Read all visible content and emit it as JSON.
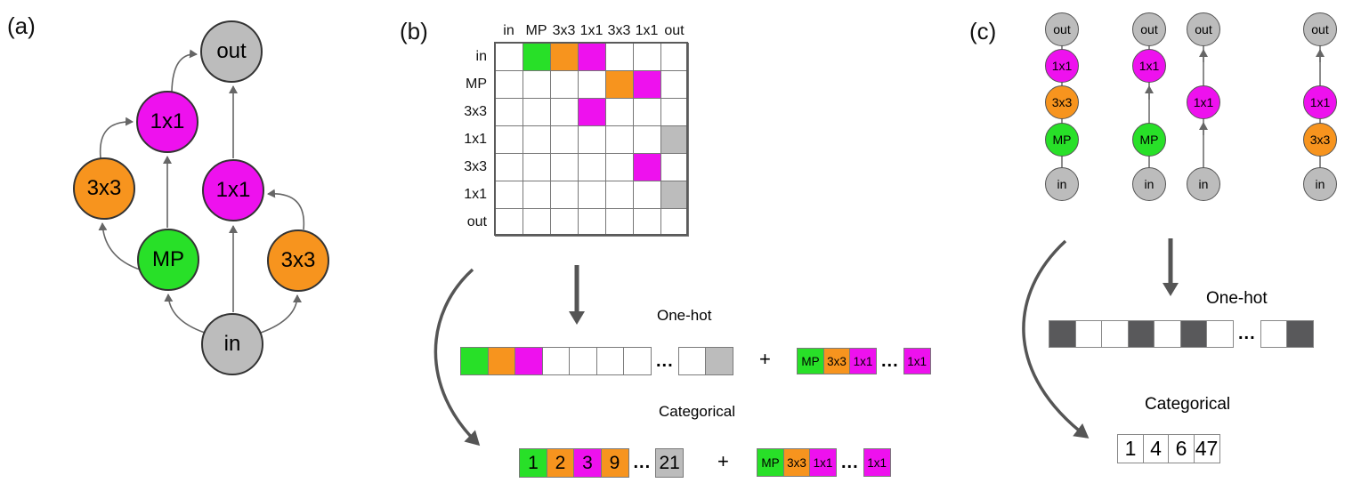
{
  "shared": {
    "plus": "+",
    "ellipsis": "...",
    "one_hot_label": "One-hot",
    "categorical_label": "Categorical"
  },
  "colors": {
    "green": "#28e028",
    "orange": "#f7941e",
    "magenta": "#ee11ee",
    "gray": "#bcbcbc",
    "dark": "#59595b",
    "white": "#ffffff"
  },
  "panel_a": {
    "label": "(a)",
    "nodes": [
      {
        "id": "out",
        "label": "out",
        "color": "gray"
      },
      {
        "id": "conv1x1-left",
        "label": "1x1",
        "color": "magenta"
      },
      {
        "id": "conv3x3-left",
        "label": "3x3",
        "color": "orange"
      },
      {
        "id": "maxpool",
        "label": "MP",
        "color": "green"
      },
      {
        "id": "conv1x1-right",
        "label": "1x1",
        "color": "magenta"
      },
      {
        "id": "conv3x3-right",
        "label": "3x3",
        "color": "orange"
      },
      {
        "id": "in",
        "label": "in",
        "color": "gray"
      }
    ],
    "edges": [
      {
        "from": "in",
        "to": "maxpool"
      },
      {
        "from": "in",
        "to": "conv1x1-right"
      },
      {
        "from": "in",
        "to": "conv3x3-right"
      },
      {
        "from": "maxpool",
        "to": "conv3x3-left"
      },
      {
        "from": "maxpool",
        "to": "conv1x1-left"
      },
      {
        "from": "conv3x3-left",
        "to": "conv1x1-left"
      },
      {
        "from": "conv3x3-right",
        "to": "conv1x1-right"
      },
      {
        "from": "conv1x1-left",
        "to": "out"
      },
      {
        "from": "conv1x1-right",
        "to": "out"
      }
    ]
  },
  "panel_b": {
    "label": "(b)",
    "matrix": {
      "col_headers": [
        "in",
        "MP",
        "3x3",
        "1x1",
        "3x3",
        "1x1",
        "out"
      ],
      "row_headers": [
        "in",
        "MP",
        "3x3",
        "1x1",
        "3x3",
        "1x1",
        "out"
      ],
      "cells": [
        [
          "",
          "green",
          "orange",
          "magenta",
          "",
          "",
          ""
        ],
        [
          "",
          "",
          "",
          "",
          "orange",
          "magenta",
          ""
        ],
        [
          "",
          "",
          "",
          "magenta",
          "",
          "",
          ""
        ],
        [
          "",
          "",
          "",
          "",
          "",
          "",
          "gray"
        ],
        [
          "",
          "",
          "",
          "",
          "",
          "magenta",
          ""
        ],
        [
          "",
          "",
          "",
          "",
          "",
          "",
          "gray"
        ],
        [
          "",
          "",
          "",
          "",
          "",
          "",
          ""
        ]
      ]
    },
    "one_hot_adjacency": {
      "cells": [
        {
          "label": "",
          "color": "green"
        },
        {
          "label": "",
          "color": "orange"
        },
        {
          "label": "",
          "color": "magenta"
        },
        {
          "label": "",
          "color": "white"
        },
        {
          "label": "",
          "color": "white"
        },
        {
          "label": "",
          "color": "white"
        },
        {
          "label": "",
          "color": "white"
        }
      ],
      "tail": [
        {
          "label": "",
          "color": "white"
        },
        {
          "label": "",
          "color": "gray"
        }
      ]
    },
    "one_hot_operations": {
      "cells": [
        {
          "label": "MP",
          "color": "green"
        },
        {
          "label": "3x3",
          "color": "orange"
        },
        {
          "label": "1x1",
          "color": "magenta"
        }
      ],
      "tail": [
        {
          "label": "1x1",
          "color": "magenta"
        }
      ]
    },
    "categorical_adjacency": {
      "cells": [
        {
          "label": "1",
          "color": "green"
        },
        {
          "label": "2",
          "color": "orange"
        },
        {
          "label": "3",
          "color": "magenta"
        },
        {
          "label": "9",
          "color": "orange"
        }
      ],
      "tail": [
        {
          "label": "21",
          "color": "gray"
        }
      ]
    },
    "categorical_operations": {
      "cells": [
        {
          "label": "MP",
          "color": "green"
        },
        {
          "label": "3x3",
          "color": "orange"
        },
        {
          "label": "1x1",
          "color": "magenta"
        }
      ],
      "tail": [
        {
          "label": "1x1",
          "color": "magenta"
        }
      ]
    }
  },
  "panel_c": {
    "label": "(c)",
    "chains": [
      {
        "nodes": [
          {
            "label": "out",
            "color": "gray"
          },
          {
            "label": "1x1",
            "color": "magenta"
          },
          {
            "label": "3x3",
            "color": "orange"
          },
          {
            "label": "MP",
            "color": "green"
          },
          {
            "label": "in",
            "color": "gray"
          }
        ]
      },
      {
        "nodes": [
          {
            "label": "out",
            "color": "gray"
          },
          {
            "label": "1x1",
            "color": "magenta"
          },
          {
            "label": "MP",
            "color": "green"
          },
          {
            "label": "in",
            "color": "gray"
          }
        ]
      },
      {
        "nodes": [
          {
            "label": "out",
            "color": "gray"
          },
          {
            "label": "1x1",
            "color": "magenta"
          },
          {
            "label": "in",
            "color": "gray"
          }
        ]
      },
      {
        "nodes": [
          {
            "label": "out",
            "color": "gray"
          },
          {
            "label": "1x1",
            "color": "magenta"
          },
          {
            "label": "3x3",
            "color": "orange"
          },
          {
            "label": "in",
            "color": "gray"
          }
        ]
      }
    ],
    "one_hot_vector": {
      "cells": [
        {
          "label": "",
          "color": "dark"
        },
        {
          "label": "",
          "color": "white"
        },
        {
          "label": "",
          "color": "white"
        },
        {
          "label": "",
          "color": "dark"
        },
        {
          "label": "",
          "color": "white"
        },
        {
          "label": "",
          "color": "dark"
        },
        {
          "label": "",
          "color": "white"
        }
      ],
      "tail": [
        {
          "label": "",
          "color": "white"
        },
        {
          "label": "",
          "color": "dark"
        }
      ]
    },
    "categorical_vector": {
      "cells": [
        {
          "label": "1",
          "color": "white"
        },
        {
          "label": "4",
          "color": "white"
        },
        {
          "label": "6",
          "color": "white"
        },
        {
          "label": "47",
          "color": "white"
        }
      ]
    }
  }
}
